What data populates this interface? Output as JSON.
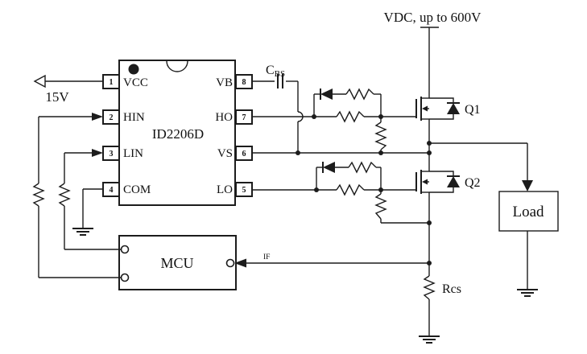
{
  "diagram": {
    "vdc_label": "VDC, up to 600V",
    "vcc_rail_label": "15V",
    "ic": {
      "part_number": "ID2206D",
      "pins_left": [
        {
          "number": "1",
          "name": "VCC"
        },
        {
          "number": "2",
          "name": "HIN"
        },
        {
          "number": "3",
          "name": "LIN"
        },
        {
          "number": "4",
          "name": "COM"
        }
      ],
      "pins_right": [
        {
          "number": "8",
          "name": "VB"
        },
        {
          "number": "7",
          "name": "HO"
        },
        {
          "number": "6",
          "name": "VS"
        },
        {
          "number": "5",
          "name": "LO"
        }
      ]
    },
    "bootstrap_capacitor": {
      "ref": "C",
      "sub": "BS"
    },
    "high_side_fet_label": "Q1",
    "low_side_fet_label": "Q2",
    "sense_resistor_label": "Rcs",
    "load_label": "Load",
    "mcu_label": "MCU",
    "feedback_signal_label": "IF"
  },
  "colors": {
    "wire": "#1c1c1c",
    "text": "#111111",
    "background": "#ffffff"
  }
}
